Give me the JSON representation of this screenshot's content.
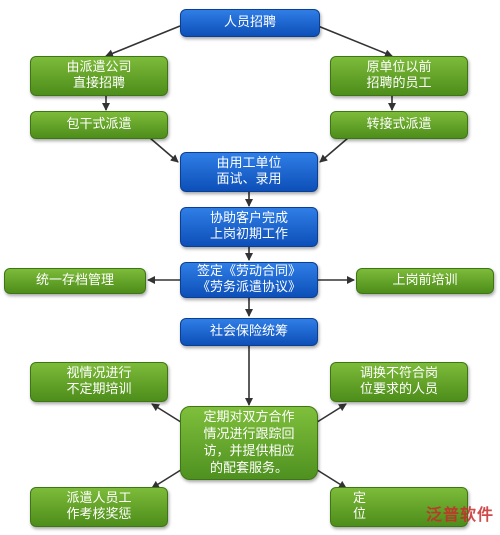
{
  "colors": {
    "blue": "#1a5fcc",
    "green": "#5d9e22",
    "arrow": "#333333",
    "watermark": "#c92b2b"
  },
  "nodes": {
    "recruit": "人员招聘",
    "dispatch_company_recruit": "由派遣公司\n直接招聘",
    "former_employees": "原单位以前\n招聘的员工",
    "full_dispatch": "包干式派遣",
    "transfer_dispatch": "转接式派遣",
    "interview_hire": "由用工单位\n面试、录用",
    "onboarding_assist": "协助客户完成\n上岗初期工作",
    "sign_contracts": "签定《劳动合同》\n《劳务派遣协议》",
    "archive_mgmt": "统一存档管理",
    "pre_job_training": "上岗前培训",
    "social_insurance": "社会保险统筹",
    "irregular_training": "视情况进行\n不定期培训",
    "replace_unfit": "调换不符合岗\n位要求的人员",
    "regular_followup": "定期对双方合作\n情况进行跟踪回\n访，并提供相应\n的配套服务。",
    "assessment_rewards": "派遣人员工\n作考核奖惩",
    "report_partial": "定\n位"
  },
  "watermark": "泛普软件"
}
